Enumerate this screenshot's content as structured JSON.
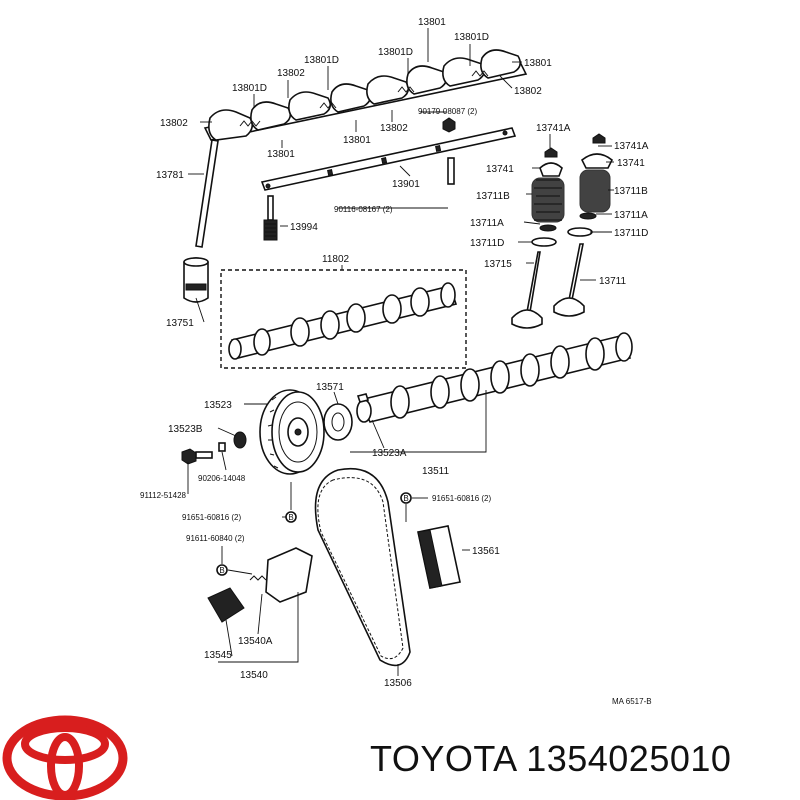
{
  "footer": {
    "brand_text": "TOYOTA 1354025010",
    "logo_color": "#d81e1e"
  },
  "diagram_code": "MA 6517-B",
  "labels": {
    "l13801_top": "13801",
    "l13801d_a": "13801D",
    "l13801d_b": "13801D",
    "l13801d_c": "13801D",
    "l13801d_d": "13801D",
    "l13801_r": "13801",
    "l13802_r": "13802",
    "l13802_a": "13802",
    "l13802_left": "13802",
    "l13801_b": "13801",
    "l13801_c": "13801",
    "l13802_c": "13802",
    "l90179": "90179-08087 (2)",
    "l13901": "13901",
    "l90116": "90116-08167 (2)",
    "l13781": "13781",
    "l13994": "13994",
    "l13741a_l": "13741A",
    "l13741a_r": "13741A",
    "l13741_l": "13741",
    "l13741_r": "13741",
    "l13711b_l": "13711B",
    "l13711b_r": "13711B",
    "l13711a_l": "13711A",
    "l13711a_r": "13711A",
    "l13711d_l": "13711D",
    "l13711d_r": "13711D",
    "l13715": "13715",
    "l13711": "13711",
    "l11802": "11802",
    "l13751": "13751",
    "l13571": "13571",
    "l13523": "13523",
    "l13523b": "13523B",
    "l13523a": "13523A",
    "l90206": "90206-14048",
    "l13511": "13511",
    "l91112": "91112-51428",
    "l91651_l": "91651-60816 (2)",
    "l91651_r": "91651-60816 (2)",
    "l91611": "91611-60840 (2)",
    "l13561": "13561",
    "l13540a": "13540A",
    "l13545": "13545",
    "l13540": "13540",
    "l13506": "13506",
    "bolt_mark": "B"
  }
}
